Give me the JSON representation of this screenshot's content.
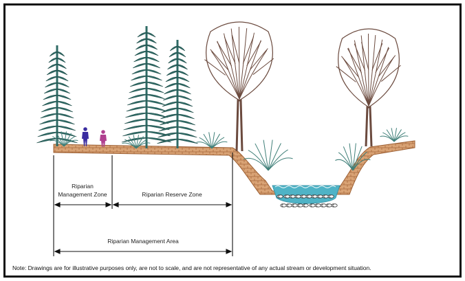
{
  "labels": {
    "zone1_line1": "Riparian",
    "zone1_line2": "Management Zone",
    "zone2": "Riparian Reserve Zone",
    "area": "Riparian Management Area"
  },
  "note": "Note: Drawings are for illustrative purposes only, are not to scale, and are not representative of any actual stream or development situation.",
  "colors": {
    "conifer": "#2f6b66",
    "deciduous": "#6b4a3e",
    "soil": "#c78a5a",
    "water": "#4fb3c6",
    "shrub": "#3f7f78",
    "person_left": "#3a2ca0",
    "person_right": "#b0408f"
  }
}
